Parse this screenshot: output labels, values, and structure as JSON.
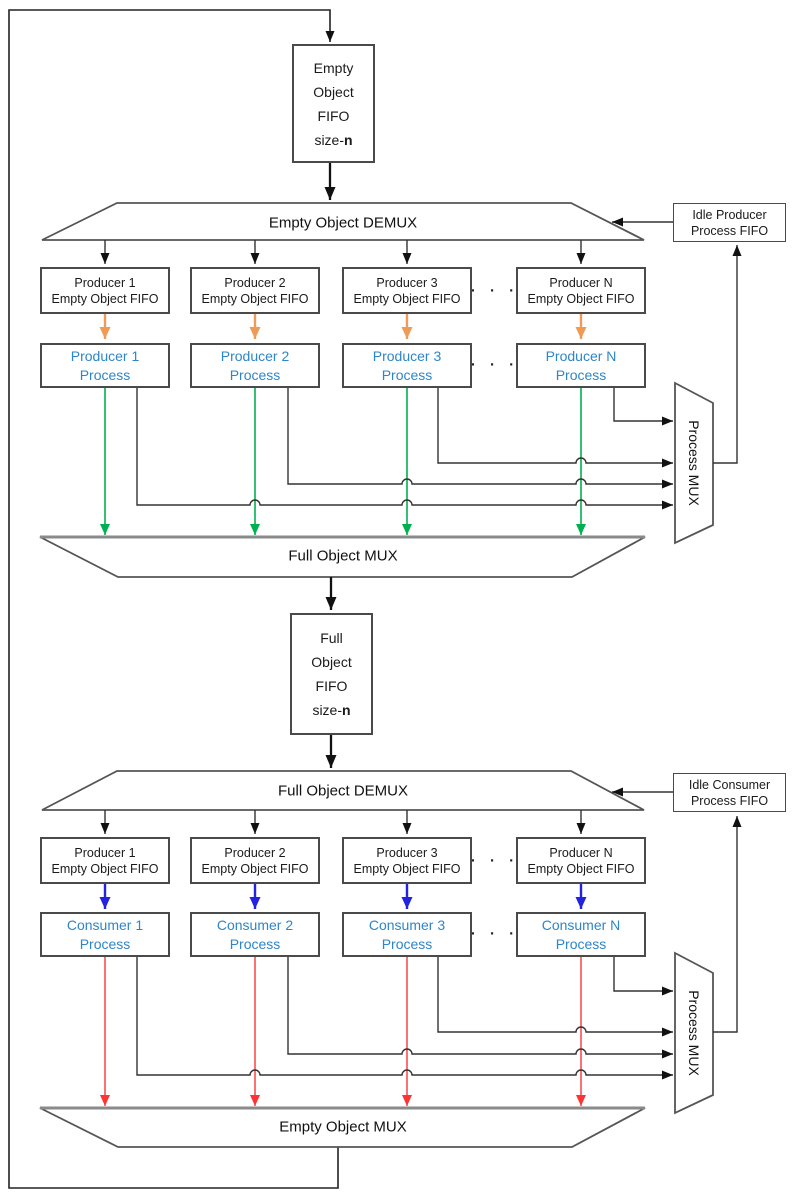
{
  "colors": {
    "orange": "#ED9B57",
    "green": "#00B050",
    "blue": "#2222E0",
    "red": "#FF3333",
    "bluetext": "#2E86C8",
    "line": "#333333",
    "boxborder": "#4a4a4a",
    "grayedge": "#8a8a8a"
  },
  "ellipsis": "· · ·",
  "empty_object_fifo": {
    "line1": "Empty",
    "line2": "Object",
    "line3": "FIFO",
    "line4_prefix": "size-",
    "line4_bold": "n"
  },
  "full_object_fifo": {
    "line1": "Full",
    "line2": "Object",
    "line3": "FIFO",
    "line4_prefix": "size-",
    "line4_bold": "n"
  },
  "empty_object_demux_label": "Empty Object DEMUX",
  "full_object_mux_label": "Full Object MUX",
  "full_object_demux_label": "Full Object DEMUX",
  "empty_object_mux_label": "Empty Object MUX",
  "process_mux_top_label": "Process MUX",
  "process_mux_bottom_label": "Process MUX",
  "idle_producer_fifo": {
    "line1": "Idle Producer",
    "line2": "Process FIFO"
  },
  "idle_consumer_fifo": {
    "line1": "Idle Consumer",
    "line2": "Process FIFO"
  },
  "producer_fifos": [
    {
      "line1": "Producer 1",
      "line2": "Empty Object FIFO"
    },
    {
      "line1": "Producer 2",
      "line2": "Empty Object FIFO"
    },
    {
      "line1": "Producer 3",
      "line2": "Empty Object FIFO"
    },
    {
      "line1": "Producer N",
      "line2": "Empty Object FIFO"
    }
  ],
  "producer_processes": [
    {
      "line1": "Producer 1",
      "line2": "Process"
    },
    {
      "line1": "Producer 2",
      "line2": "Process"
    },
    {
      "line1": "Producer 3",
      "line2": "Process"
    },
    {
      "line1": "Producer N",
      "line2": "Process"
    }
  ],
  "consumer_fifos": [
    {
      "line1": "Producer 1",
      "line2": "Empty Object FIFO"
    },
    {
      "line1": "Producer 2",
      "line2": "Empty Object FIFO"
    },
    {
      "line1": "Producer 3",
      "line2": "Empty Object FIFO"
    },
    {
      "line1": "Producer N",
      "line2": "Empty Object FIFO"
    }
  ],
  "consumer_processes": [
    {
      "line1": "Consumer 1",
      "line2": "Process"
    },
    {
      "line1": "Consumer 2",
      "line2": "Process"
    },
    {
      "line1": "Consumer 3",
      "line2": "Process"
    },
    {
      "line1": "Consumer N",
      "line2": "Process"
    }
  ]
}
